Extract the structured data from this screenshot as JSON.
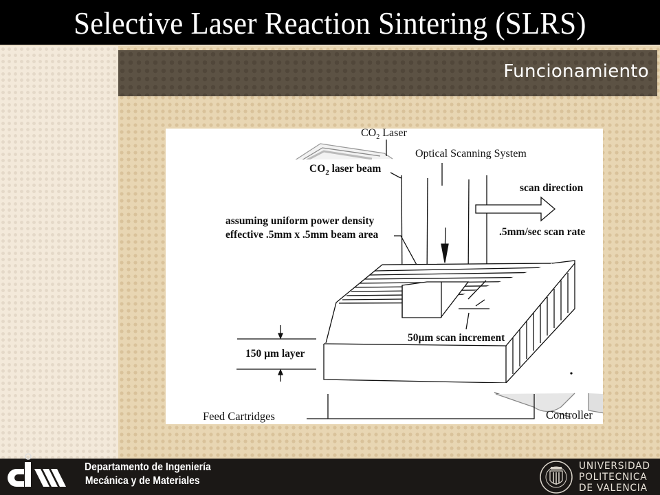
{
  "slide": {
    "title": "Selective Laser Reaction Sintering (SLRS)",
    "subtitle": "Funcionamiento"
  },
  "diagram": {
    "labels": {
      "co2_laser": "CO",
      "co2_laser_sub": "2",
      "co2_laser_rest": " Laser",
      "optical_scanning": "Optical Scanning System",
      "laser_beam": "CO",
      "laser_beam_sub": "2",
      "laser_beam_rest": " laser beam",
      "power_density_line1": "assuming uniform power density",
      "power_density_line2": "effective .5mm x .5mm beam area",
      "scan_direction": "scan direction",
      "scan_rate": ".5mm/sec scan rate",
      "scan_increment": "50µm scan increment",
      "layer": "150 µm layer",
      "feed_cartridges": "Feed Cartridges",
      "controller": "Controller"
    }
  },
  "footer": {
    "department_line1": "Departamento de Ingeniería",
    "department_line2": "Mecánica y de Materiales",
    "university_line1": "UNIVERSIDAD",
    "university_line2": "POLITECNICA",
    "university_line3": "DE VALENCIA"
  }
}
